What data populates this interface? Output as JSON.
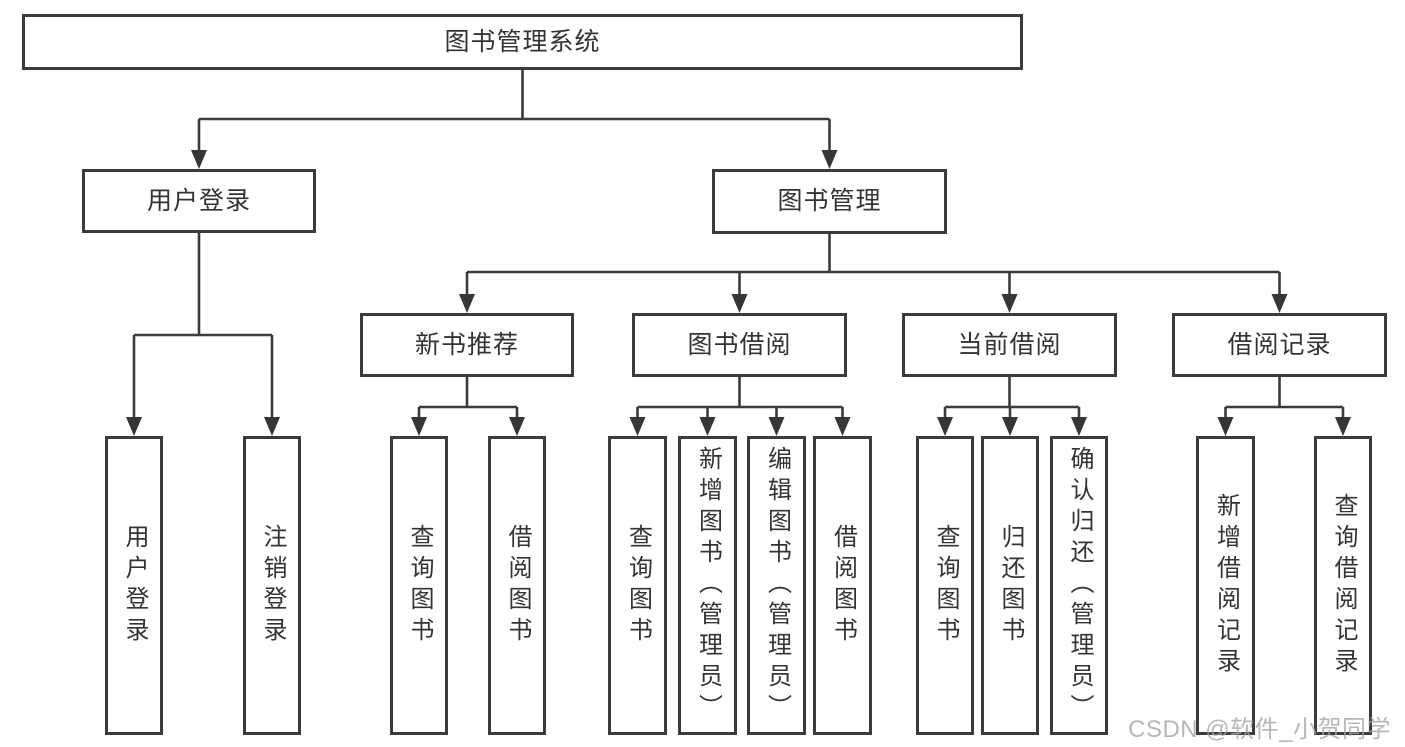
{
  "diagram": {
    "title": "图书管理系统",
    "root": {
      "label": "图书管理系统"
    },
    "l2": [
      {
        "id": "user-login",
        "label": "用户登录",
        "parent": "图书管理系统"
      },
      {
        "id": "book-management",
        "label": "图书管理",
        "parent": "图书管理系统"
      }
    ],
    "l3": [
      {
        "id": "new-book-recommend",
        "label": "新书推荐",
        "parent": "图书管理"
      },
      {
        "id": "book-borrow",
        "label": "图书借阅",
        "parent": "图书管理"
      },
      {
        "id": "current-borrow",
        "label": "当前借阅",
        "parent": "图书管理"
      },
      {
        "id": "borrow-records",
        "label": "借阅记录",
        "parent": "图书管理"
      }
    ],
    "leaves": [
      {
        "id": "leaf-user-login",
        "label": "用户登录",
        "parent": "用户登录"
      },
      {
        "id": "leaf-logout",
        "label": "注销登录",
        "parent": "用户登录"
      },
      {
        "id": "leaf-search-books-1",
        "label": "查询图书",
        "parent": "新书推荐"
      },
      {
        "id": "leaf-borrow-books-1",
        "label": "借阅图书",
        "parent": "新书推荐"
      },
      {
        "id": "leaf-search-books-2",
        "label": "查询图书",
        "parent": "图书借阅"
      },
      {
        "id": "leaf-add-book-admin",
        "label": "新增图书（管理员）",
        "parent": "图书借阅"
      },
      {
        "id": "leaf-edit-book-admin",
        "label": "编辑图书（管理员）",
        "parent": "图书借阅"
      },
      {
        "id": "leaf-borrow-books-2",
        "label": "借阅图书",
        "parent": "图书借阅"
      },
      {
        "id": "leaf-search-books-3",
        "label": "查询图书",
        "parent": "当前借阅"
      },
      {
        "id": "leaf-return-book",
        "label": "归还图书",
        "parent": "当前借阅"
      },
      {
        "id": "leaf-confirm-return-admin",
        "label": "确认归还（管理员）",
        "parent": "当前借阅"
      },
      {
        "id": "leaf-add-borrow-record",
        "label": "新增借阅记录",
        "parent": "借阅记录"
      },
      {
        "id": "leaf-search-borrow-record",
        "label": "查询借阅记录",
        "parent": "借阅记录"
      }
    ]
  },
  "watermark": "CSDN @软件_小贺同学",
  "colors": {
    "line": "#3b3b3b",
    "text": "#343434",
    "watermark": "#a5a5a5",
    "background": "#ffffff"
  }
}
